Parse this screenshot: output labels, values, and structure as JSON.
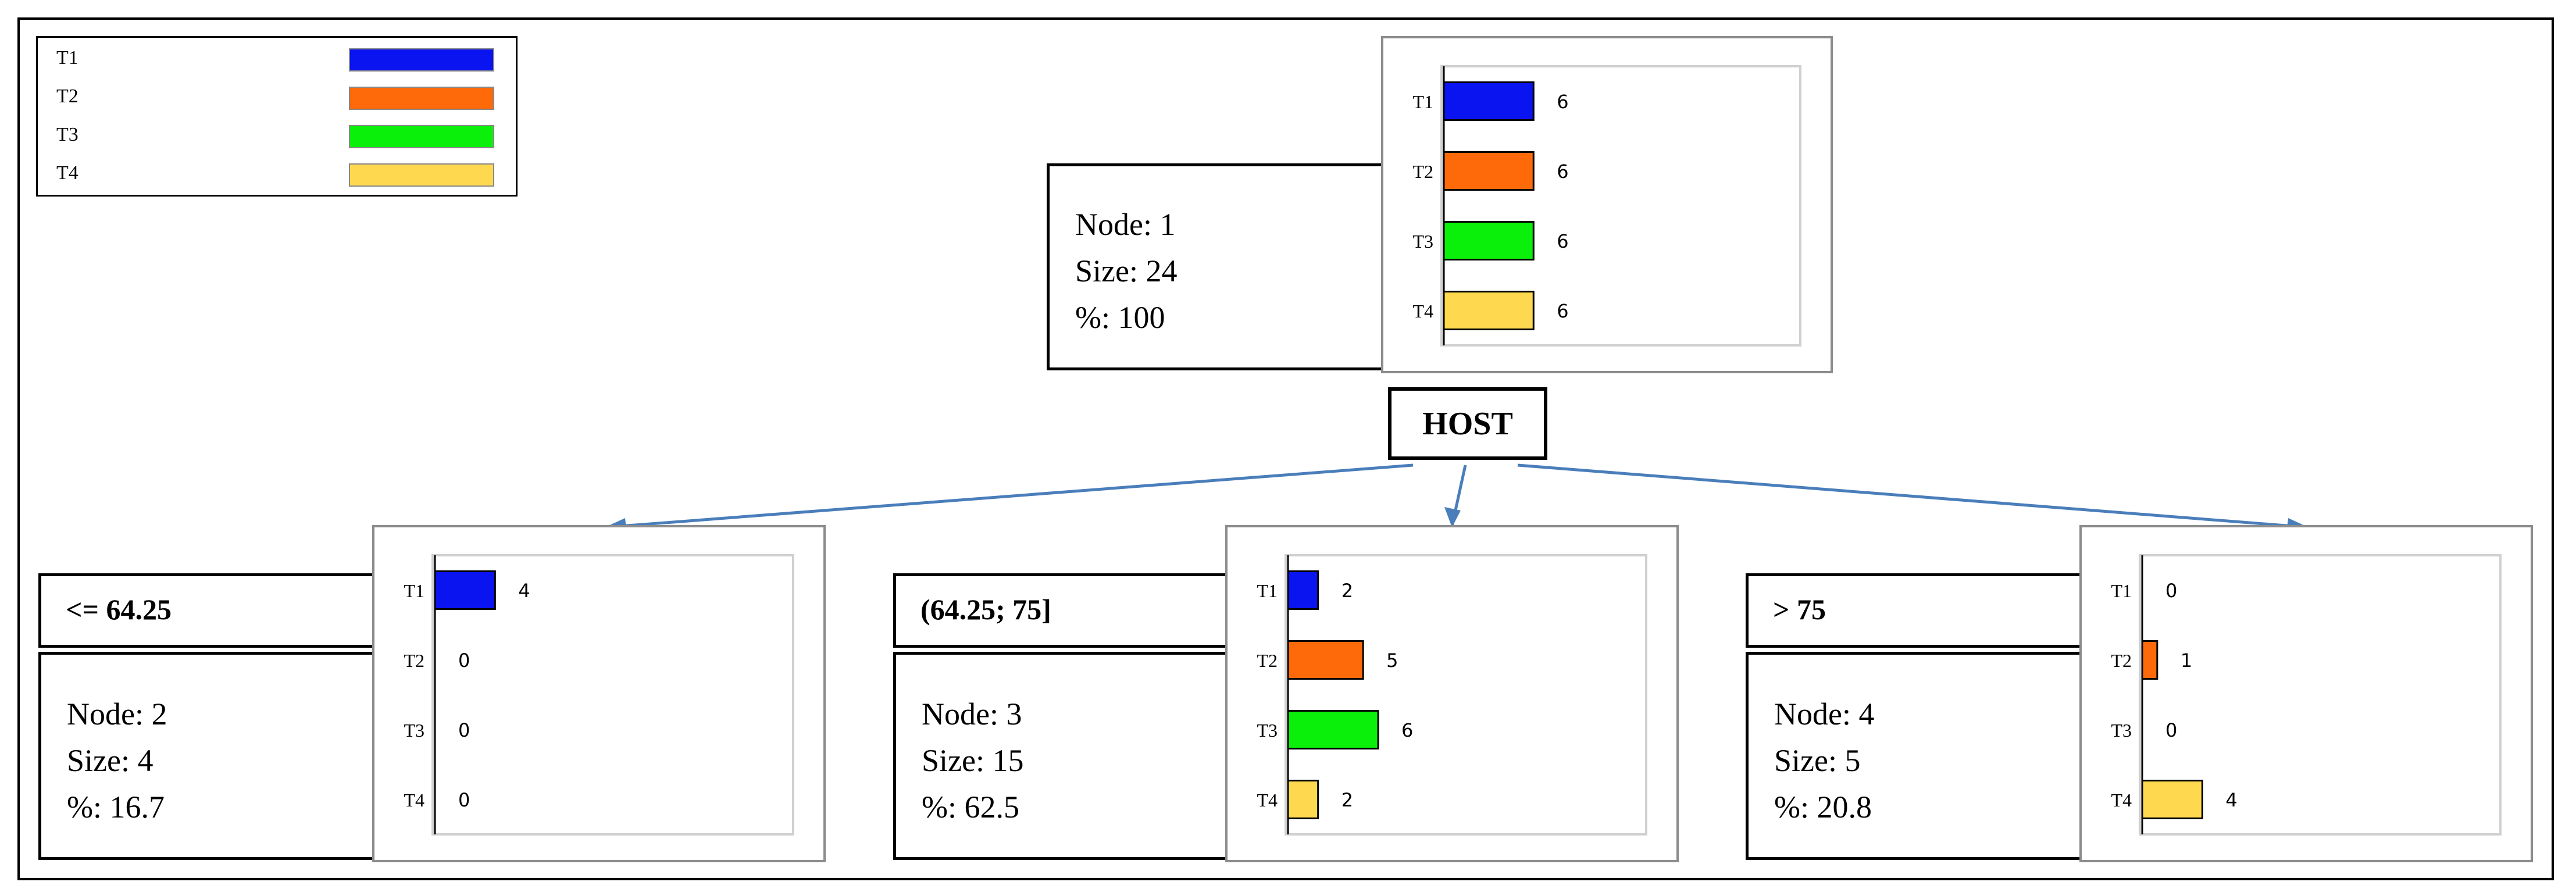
{
  "legend": {
    "items": [
      {
        "label": "T1",
        "color": "#0a14f0"
      },
      {
        "label": "T2",
        "color": "#fe6a0a"
      },
      {
        "label": "T3",
        "color": "#0af00a"
      },
      {
        "label": "T4",
        "color": "#fed94f"
      }
    ]
  },
  "split": {
    "label": "HOST"
  },
  "nodes": [
    {
      "node": "Node: 1",
      "size": "Size: 24",
      "pct": "%: 100",
      "condition": "",
      "chart_data": {
        "type": "bar",
        "categories": [
          "T1",
          "T2",
          "T3",
          "T4"
        ],
        "values": [
          6,
          6,
          6,
          6
        ],
        "value_labels": [
          "6",
          "6",
          "6",
          "6"
        ],
        "xlim": [
          0,
          24
        ]
      }
    },
    {
      "node": "Node: 2",
      "size": "Size: 4",
      "pct": "%: 16.7",
      "condition": "<= 64.25",
      "chart_data": {
        "type": "bar",
        "categories": [
          "T1",
          "T2",
          "T3",
          "T4"
        ],
        "values": [
          4,
          0,
          0,
          0
        ],
        "value_labels": [
          "4",
          "0",
          "0",
          "0"
        ],
        "xlim": [
          0,
          24
        ]
      }
    },
    {
      "node": "Node: 3",
      "size": "Size: 15",
      "pct": "%: 62.5",
      "condition": "(64.25; 75]",
      "chart_data": {
        "type": "bar",
        "categories": [
          "T1",
          "T2",
          "T3",
          "T4"
        ],
        "values": [
          2,
          5,
          6,
          2
        ],
        "value_labels": [
          "2",
          "5",
          "6",
          "2"
        ],
        "xlim": [
          0,
          24
        ]
      }
    },
    {
      "node": "Node: 4",
      "size": "Size: 5",
      "pct": "%: 20.8",
      "condition": "> 75",
      "chart_data": {
        "type": "bar",
        "categories": [
          "T1",
          "T2",
          "T3",
          "T4"
        ],
        "values": [
          0,
          1,
          0,
          4
        ],
        "value_labels": [
          "0",
          "1",
          "0",
          "4"
        ],
        "xlim": [
          0,
          24
        ]
      }
    }
  ],
  "edge_color": "#4a7ebb"
}
